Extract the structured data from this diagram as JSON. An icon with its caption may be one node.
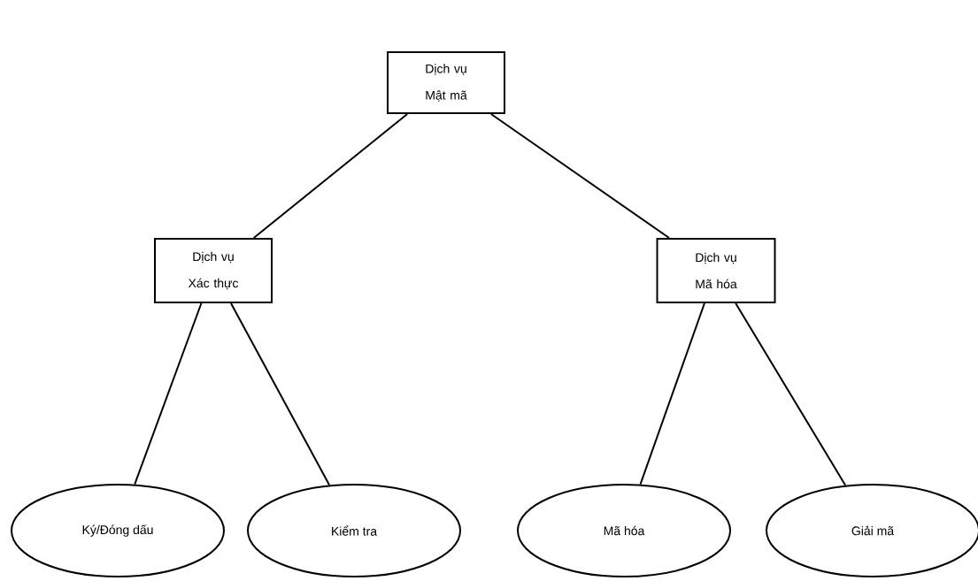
{
  "diagram": {
    "nodes": [
      {
        "text": [
          "Dịch vụ Mật mã"
        ]
      },
      {
        "text": [
          "Dịch vụ Xác thực"
        ]
      },
      {
        "text": [
          "Dịch vụ Mã hóa"
        ]
      },
      {
        "text": [
          "Ký/Đóng dấu"
        ]
      },
      {
        "text": [
          "Kiểm tra"
        ]
      },
      {
        "text": [
          "Mã hóa"
        ]
      },
      {
        "text": [
          "Giải mã"
        ]
      }
    ],
    "edges": [
      {
        "from": 0,
        "to": 1,
        "arrow": "none"
      },
      {
        "from": 0,
        "to": 2,
        "arrow": "none"
      },
      {
        "from": 1,
        "to": 3,
        "arrow": "none"
      },
      {
        "from": 1,
        "to": 4,
        "arrow": "none"
      },
      {
        "from": 2,
        "to": 5,
        "arrow": "none"
      },
      {
        "from": 2,
        "to": 6,
        "arrow": "none"
      }
    ]
  }
}
